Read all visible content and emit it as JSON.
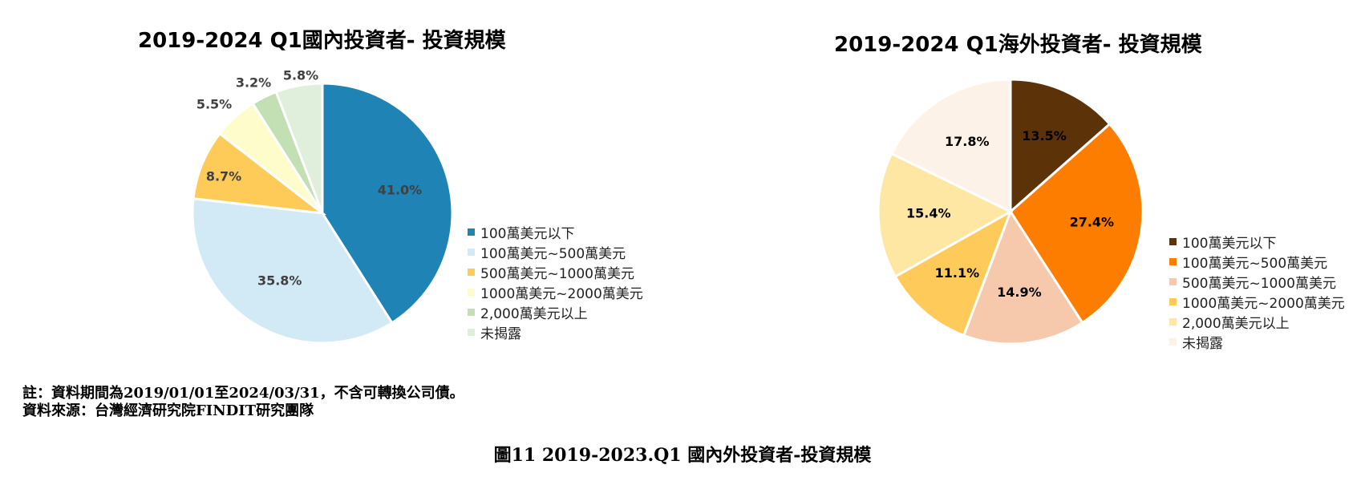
{
  "chart_data": [
    {
      "type": "pie",
      "title": "2019-2024 Q1國內投資者- 投資規模",
      "categories": [
        "100萬美元以下",
        "100萬美元~500萬美元",
        "500萬美元~1000萬美元",
        "1000萬美元~2000萬美元",
        "2,000萬美元以上",
        "未揭露"
      ],
      "values": [
        41.0,
        35.8,
        8.7,
        5.5,
        3.2,
        5.8
      ],
      "labels": [
        "41.0%",
        "35.8%",
        "8.7%",
        "5.5%",
        "3.2%",
        "5.8%"
      ],
      "colors": [
        "#1f83b6",
        "#d2e9f6",
        "#fecb58",
        "#fffccb",
        "#c2e0b4",
        "#e0eedc"
      ],
      "label_colors": [
        "#404040",
        "#404040",
        "#404040",
        "#404040",
        "#404040",
        "#404040"
      ],
      "legend_position": "right"
    },
    {
      "type": "pie",
      "title": "2019-2024 Q1海外投資者- 投資規模",
      "categories": [
        "100萬美元以下",
        "100萬美元~500萬美元",
        "500萬美元~1000萬美元",
        "1000萬美元~2000萬美元",
        "2,000萬美元以上",
        "未揭露"
      ],
      "values": [
        13.5,
        27.4,
        14.9,
        11.1,
        15.4,
        17.8
      ],
      "labels": [
        "13.5%",
        "27.4%",
        "14.9%",
        "11.1%",
        "15.4%",
        "17.8%"
      ],
      "colors": [
        "#5c3208",
        "#fd7d00",
        "#f6c9ad",
        "#fecb5a",
        "#fee6a3",
        "#fdf2e7"
      ],
      "label_colors": [
        "#000000",
        "#000000",
        "#000000",
        "#000000",
        "#000000",
        "#000000"
      ],
      "legend_position": "right"
    }
  ],
  "notes": {
    "line1": "註：資料期間為2019/01/01至2024/03/31，不含可轉換公司債。",
    "line2": "資料來源：台灣經濟研究院FINDIT研究團隊"
  },
  "caption": "圖11  2019-2023.Q1 國內外投資者-投資規模"
}
